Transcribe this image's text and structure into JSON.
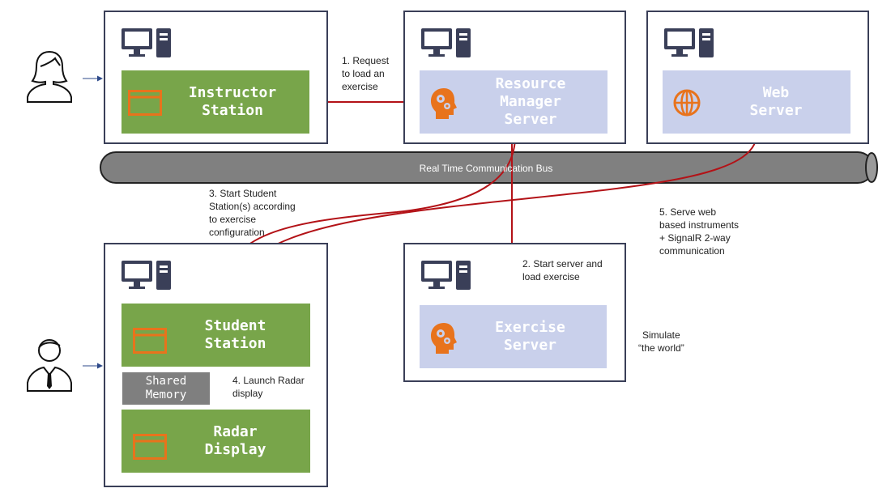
{
  "nodes": {
    "instructor": {
      "label": "Instructor\nStation",
      "icon": "window-icon"
    },
    "resource_manager": {
      "label": "Resource\nManager\nServer",
      "icon": "gear-head-icon"
    },
    "web_server": {
      "label": "Web\nServer",
      "icon": "globe-icon"
    },
    "student": {
      "label": "Student\nStation",
      "icon": "window-icon"
    },
    "shared_memory": {
      "label": "Shared\nMemory"
    },
    "radar": {
      "label": "Radar\nDisplay",
      "icon": "window-icon"
    },
    "exercise": {
      "label": "Exercise\nServer",
      "icon": "gear-head-icon"
    }
  },
  "bus": {
    "label": "Real Time Communication Bus"
  },
  "steps": {
    "s1": "1. Request\nto load an\nexercise",
    "s2": "2. Start server and\nload exercise",
    "s3": "3. Start Student\nStation(s) according\nto exercise\nconfiguration",
    "s4": "4. Launch Radar\ndisplay",
    "s5": "5. Serve web\nbased instruments\n+ SignalR 2-way\ncommunication"
  },
  "annotations": {
    "simulate": "Simulate\n“the world”"
  },
  "colors": {
    "node_border": "#3a3f58",
    "component_green": "#78a54a",
    "component_lavender": "#c9d0eb",
    "component_gray": "#7f7f7f",
    "icon_orange": "#e8731c",
    "arrow_red": "#b31217",
    "bus_gray": "#808080"
  }
}
